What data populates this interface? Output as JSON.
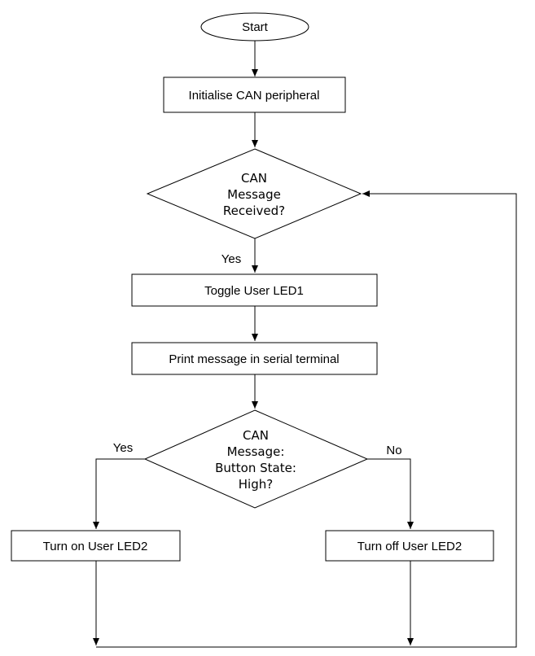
{
  "flowchart": {
    "start": "Start",
    "init": "Initialise CAN peripheral",
    "decision1": [
      "CAN",
      "Message",
      "Received?"
    ],
    "yes1": "Yes",
    "toggle": "Toggle User LED1",
    "print": "Print message in serial terminal",
    "decision2": [
      "CAN",
      "Message:",
      "Button State:",
      "High?"
    ],
    "yes2": "Yes",
    "no2": "No",
    "turn_on": "Turn on User LED2",
    "turn_off": "Turn off User LED2"
  }
}
